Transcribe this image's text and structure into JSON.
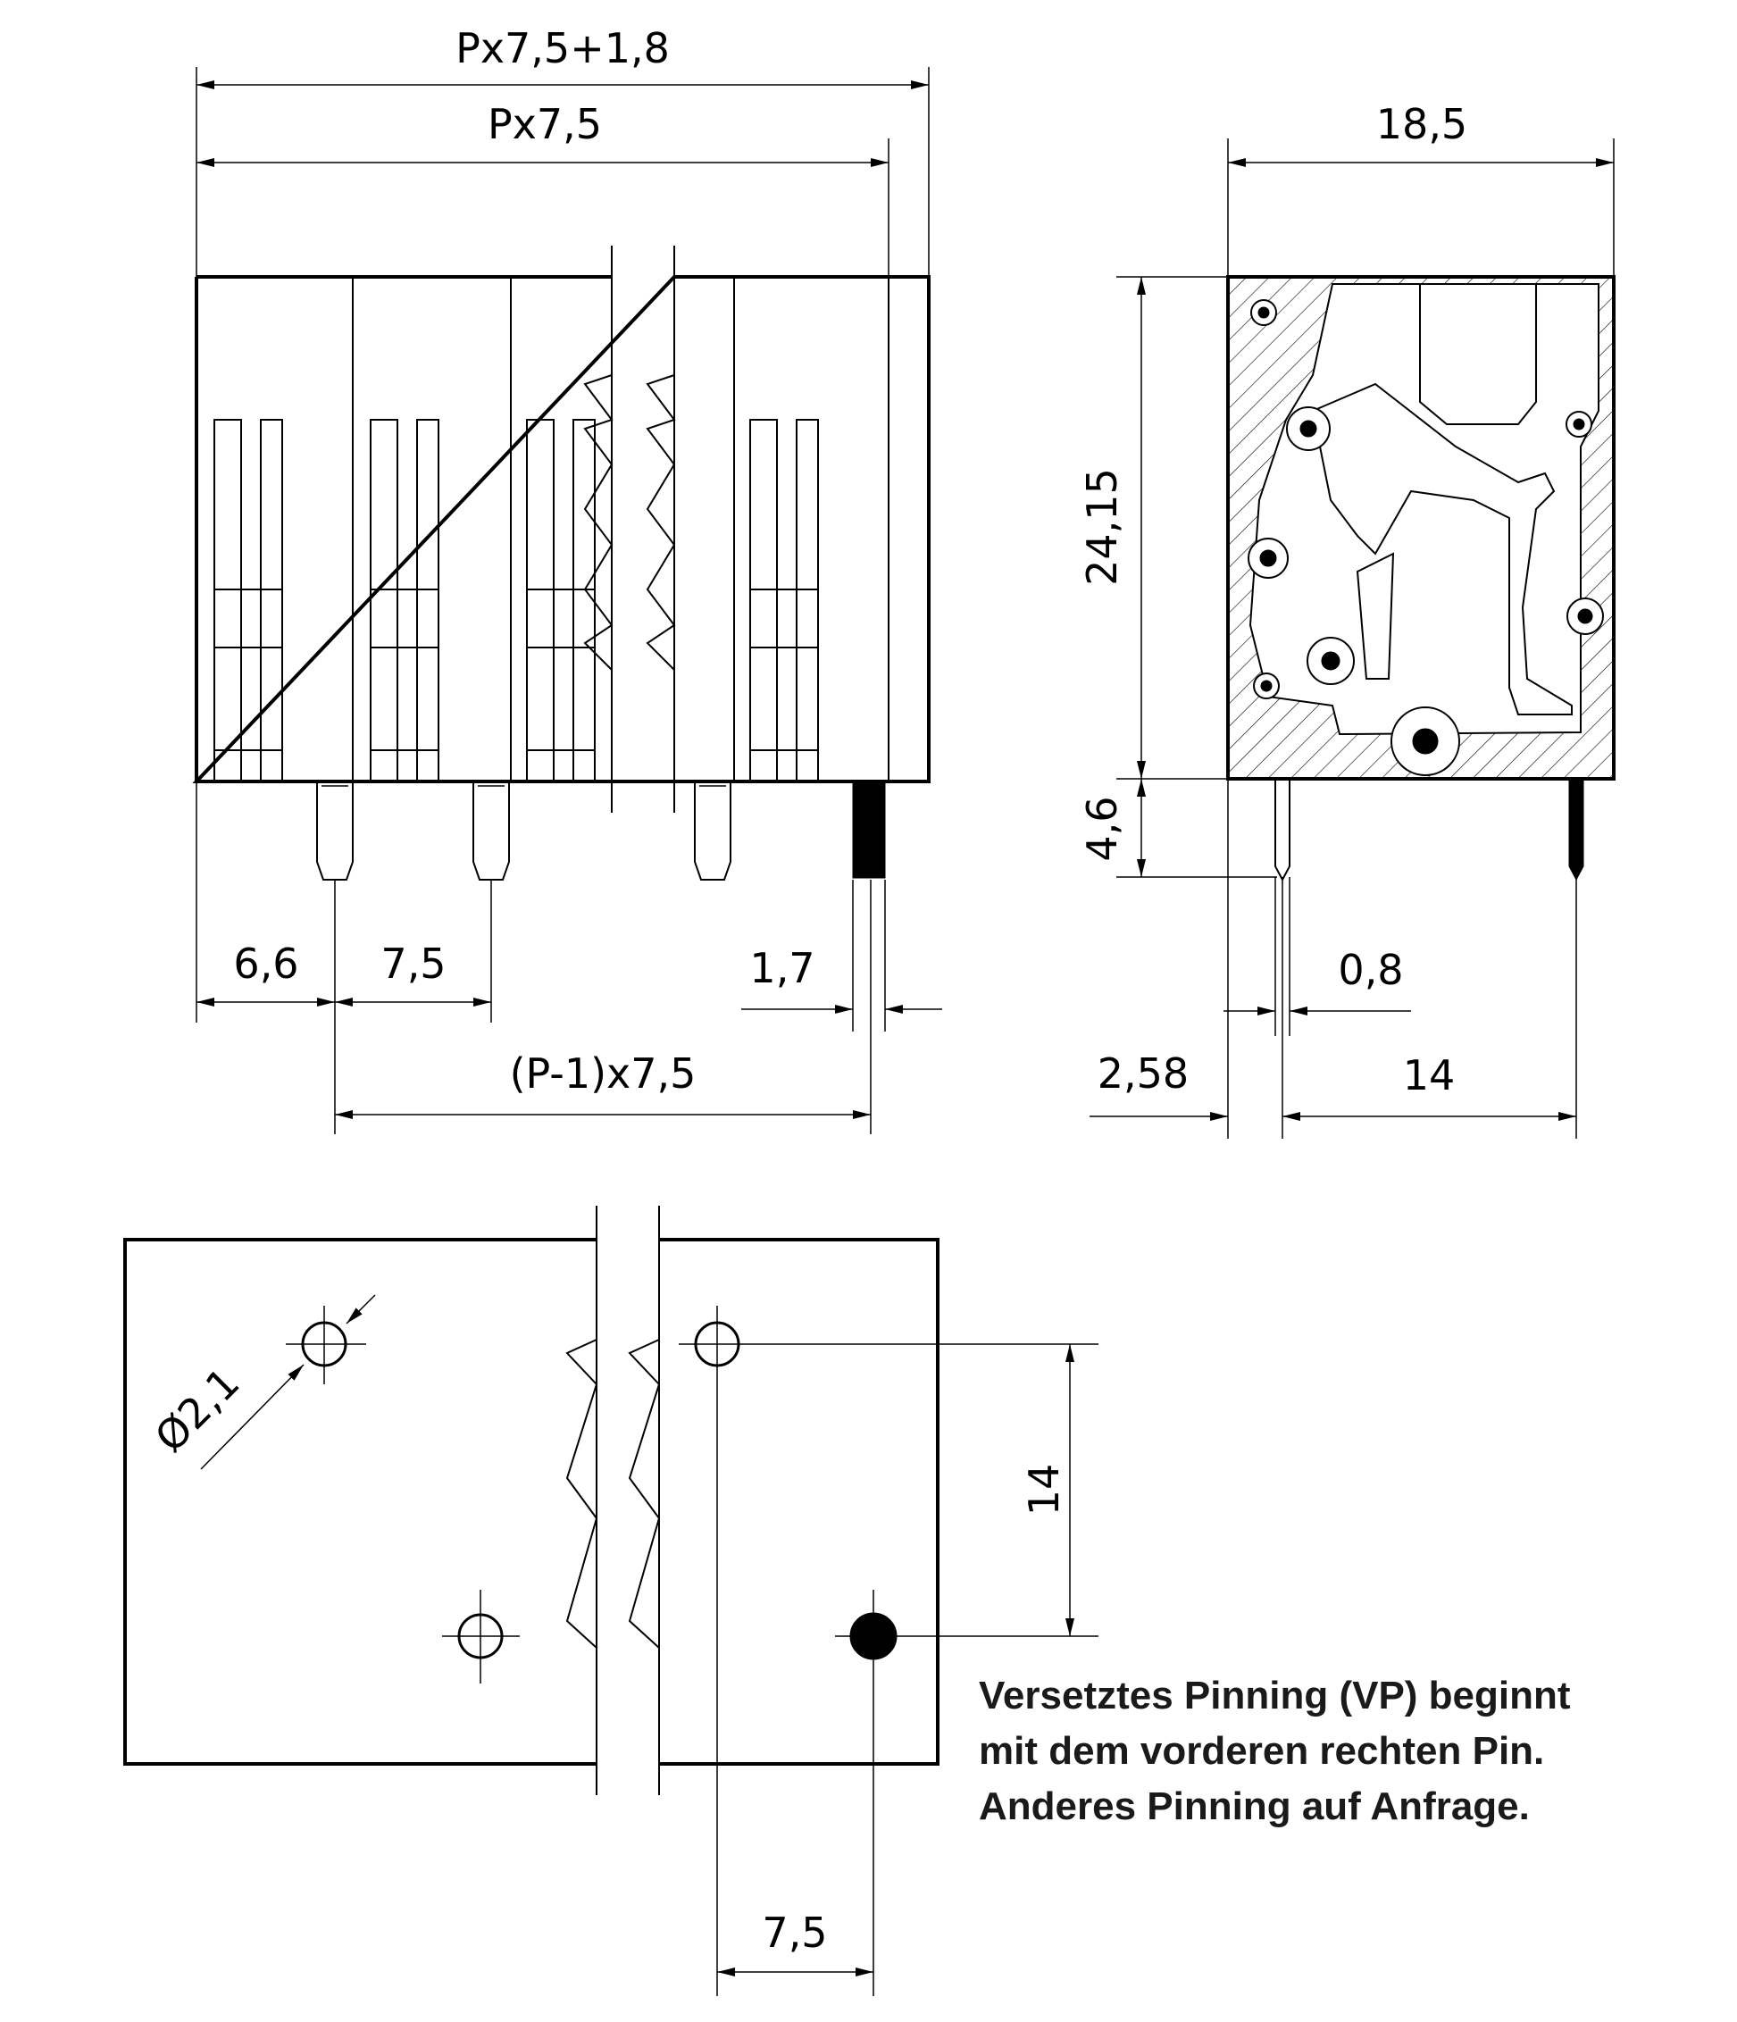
{
  "dimensions": {
    "overall_width": "Px7,5+1,8",
    "pitch_width": "Px7,5",
    "first_pin_offset": "6,6",
    "pitch": "7,5",
    "end_offset": "1,7",
    "pin_span": "(P-1)x7,5",
    "depth": "18,5",
    "height": "24,15",
    "pin_length": "4,6",
    "pin_thickness": "0,8",
    "front_pin_offset": "2,58",
    "pin_row_distance": "14",
    "hole_diameter": "Ø2,1",
    "row_distance": "14",
    "stagger_pitch": "7,5"
  },
  "note": {
    "line1": "Versetztes Pinning (VP) beginnt",
    "line2": "mit dem vorderen rechten Pin.",
    "line3": "Anderes Pinning auf Anfrage."
  }
}
